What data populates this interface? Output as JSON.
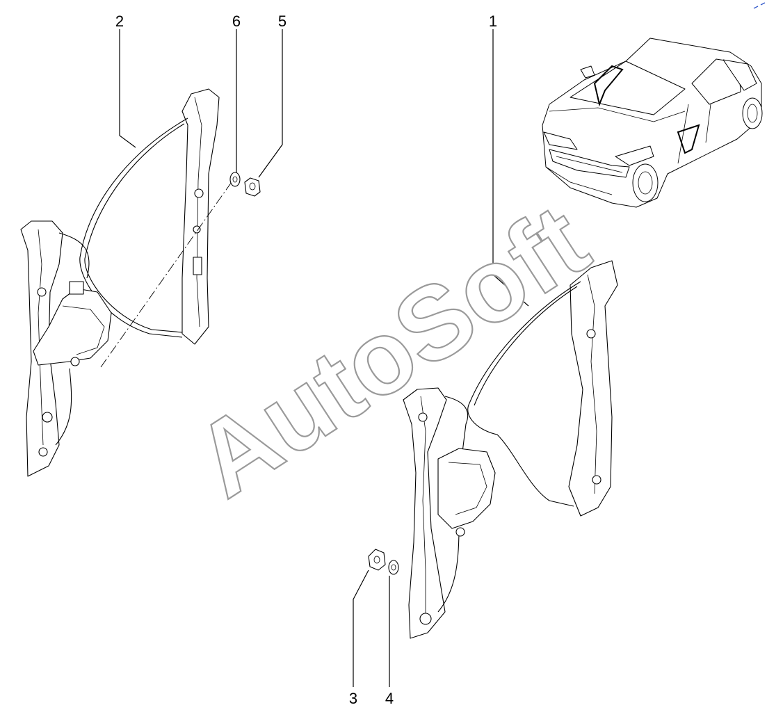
{
  "callouts": {
    "c1": "1",
    "c2": "2",
    "c3": "3",
    "c4": "4",
    "c5": "5",
    "c6": "6"
  },
  "watermark": "AutoSoft",
  "colors": {
    "line": "#000000",
    "background": "#ffffff",
    "watermark_outline": "#9a9a9a",
    "corner_mark": "#3a5fcd"
  }
}
